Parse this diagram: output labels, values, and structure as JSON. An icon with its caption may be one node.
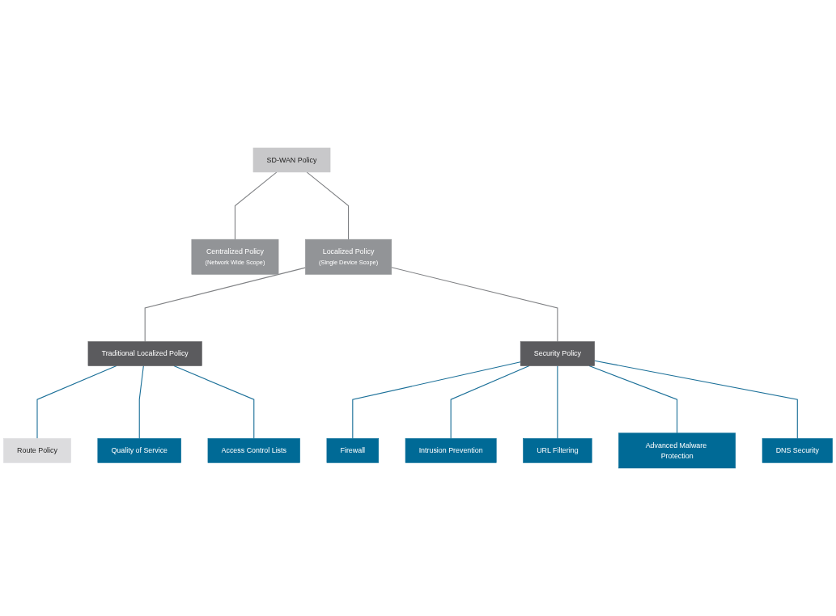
{
  "diagram": {
    "nodes": [
      {
        "text": [
          "SD-WAN Policy"
        ]
      },
      {
        "text": [
          "Centralized Policy",
          "(Network Wide Scope)"
        ]
      },
      {
        "text": [
          "Localized Policy",
          "(Single Device Scope)"
        ]
      },
      {
        "text": [
          "Traditional Localized Policy"
        ]
      },
      {
        "text": [
          "Security Policy"
        ]
      },
      {
        "text": [
          "Route Policy"
        ]
      },
      {
        "text": [
          "Quality of Service"
        ]
      },
      {
        "text": [
          "Access Control Lists"
        ]
      },
      {
        "text": [
          "Firewall"
        ]
      },
      {
        "text": [
          "Intrusion Prevention"
        ]
      },
      {
        "text": [
          "URL Filtering"
        ]
      },
      {
        "text": [
          "Advanced Malware Protection"
        ]
      },
      {
        "text": [
          "DNS Security"
        ]
      }
    ],
    "edges": [
      {
        "from": 0,
        "to": 1,
        "arrow": "none",
        "color": "#808285"
      },
      {
        "from": 0,
        "to": 2,
        "arrow": "none",
        "color": "#808285"
      },
      {
        "from": 2,
        "to": 3,
        "arrow": "none",
        "color": "#808285"
      },
      {
        "from": 2,
        "to": 4,
        "arrow": "none",
        "color": "#808285"
      },
      {
        "from": 3,
        "to": 5,
        "arrow": "none"
      },
      {
        "from": 3,
        "to": 6,
        "arrow": "none"
      },
      {
        "from": 3,
        "to": 7,
        "arrow": "none"
      },
      {
        "from": 4,
        "to": 8,
        "arrow": "none"
      },
      {
        "from": 4,
        "to": 9,
        "arrow": "none"
      },
      {
        "from": 4,
        "to": 10,
        "arrow": "none"
      },
      {
        "from": 4,
        "to": 11,
        "arrow": "none"
      },
      {
        "from": 4,
        "to": 12,
        "arrow": "none"
      }
    ]
  }
}
